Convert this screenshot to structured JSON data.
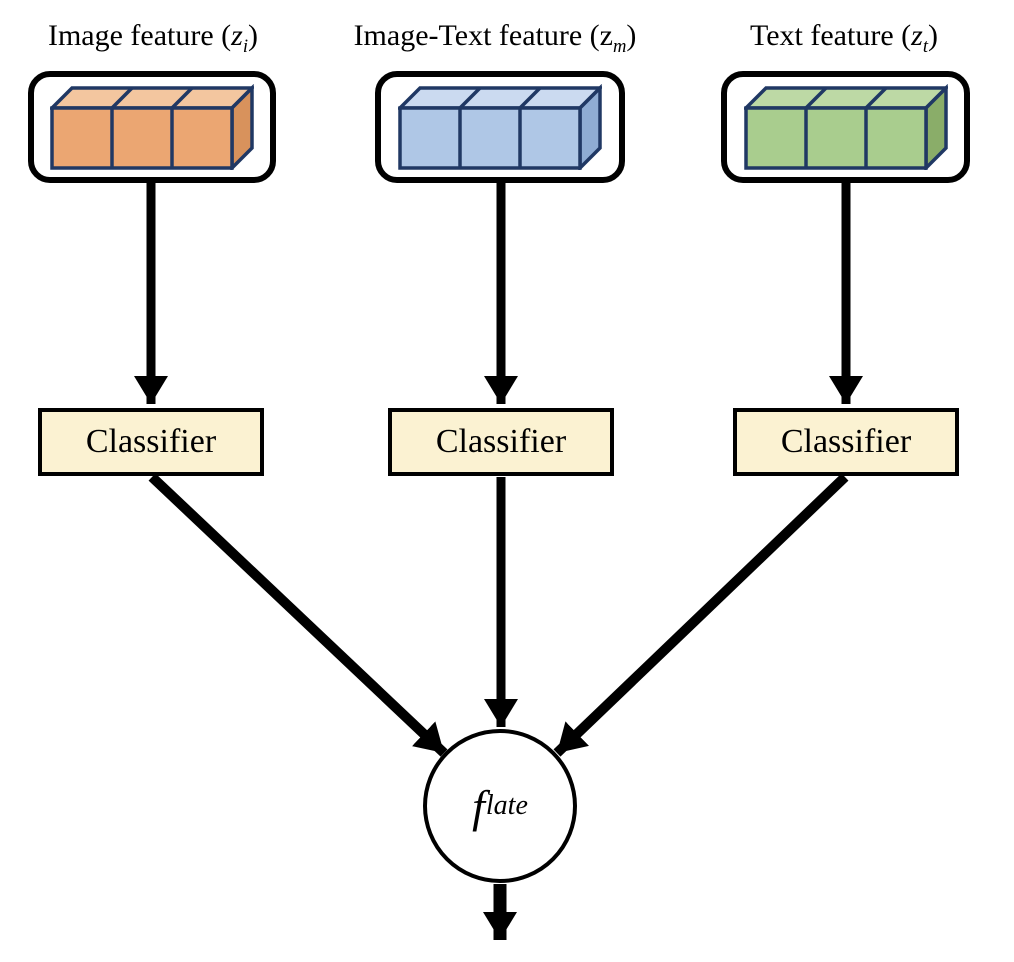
{
  "features": [
    {
      "label": {
        "prefix": "Image feature (",
        "symbol": "z",
        "subscript": "i",
        "suffix": ")"
      },
      "block": {
        "segments": 3,
        "front": "#EBA672",
        "top": "#F3C69F",
        "side": "#D8925C",
        "outline": "#203864"
      }
    },
    {
      "label": {
        "prefix": "Image-Text feature (",
        "symbol": "z",
        "subscript": "m",
        "suffix": ")"
      },
      "block": {
        "segments": 3,
        "front": "#AFC7E6",
        "top": "#CBDAF0",
        "side": "#8FACD3",
        "outline": "#203864"
      }
    },
    {
      "label": {
        "prefix": "Text feature (",
        "symbol": "z",
        "subscript": "t",
        "suffix": ")"
      },
      "block": {
        "segments": 3,
        "front": "#A9CD8E",
        "top": "#BDD9A5",
        "side": "#8AAD69",
        "outline": "#203864"
      }
    }
  ],
  "classifiers": [
    {
      "label": "Classifier"
    },
    {
      "label": "Classifier"
    },
    {
      "label": "Classifier"
    }
  ],
  "classifier_style": {
    "fill": "#FBF2D2",
    "border": "#000000"
  },
  "fusion": {
    "symbol": "f",
    "subscript": "late",
    "fill": "#FFFFFF",
    "border": "#000000"
  },
  "arrows": {
    "color": "#000000"
  }
}
